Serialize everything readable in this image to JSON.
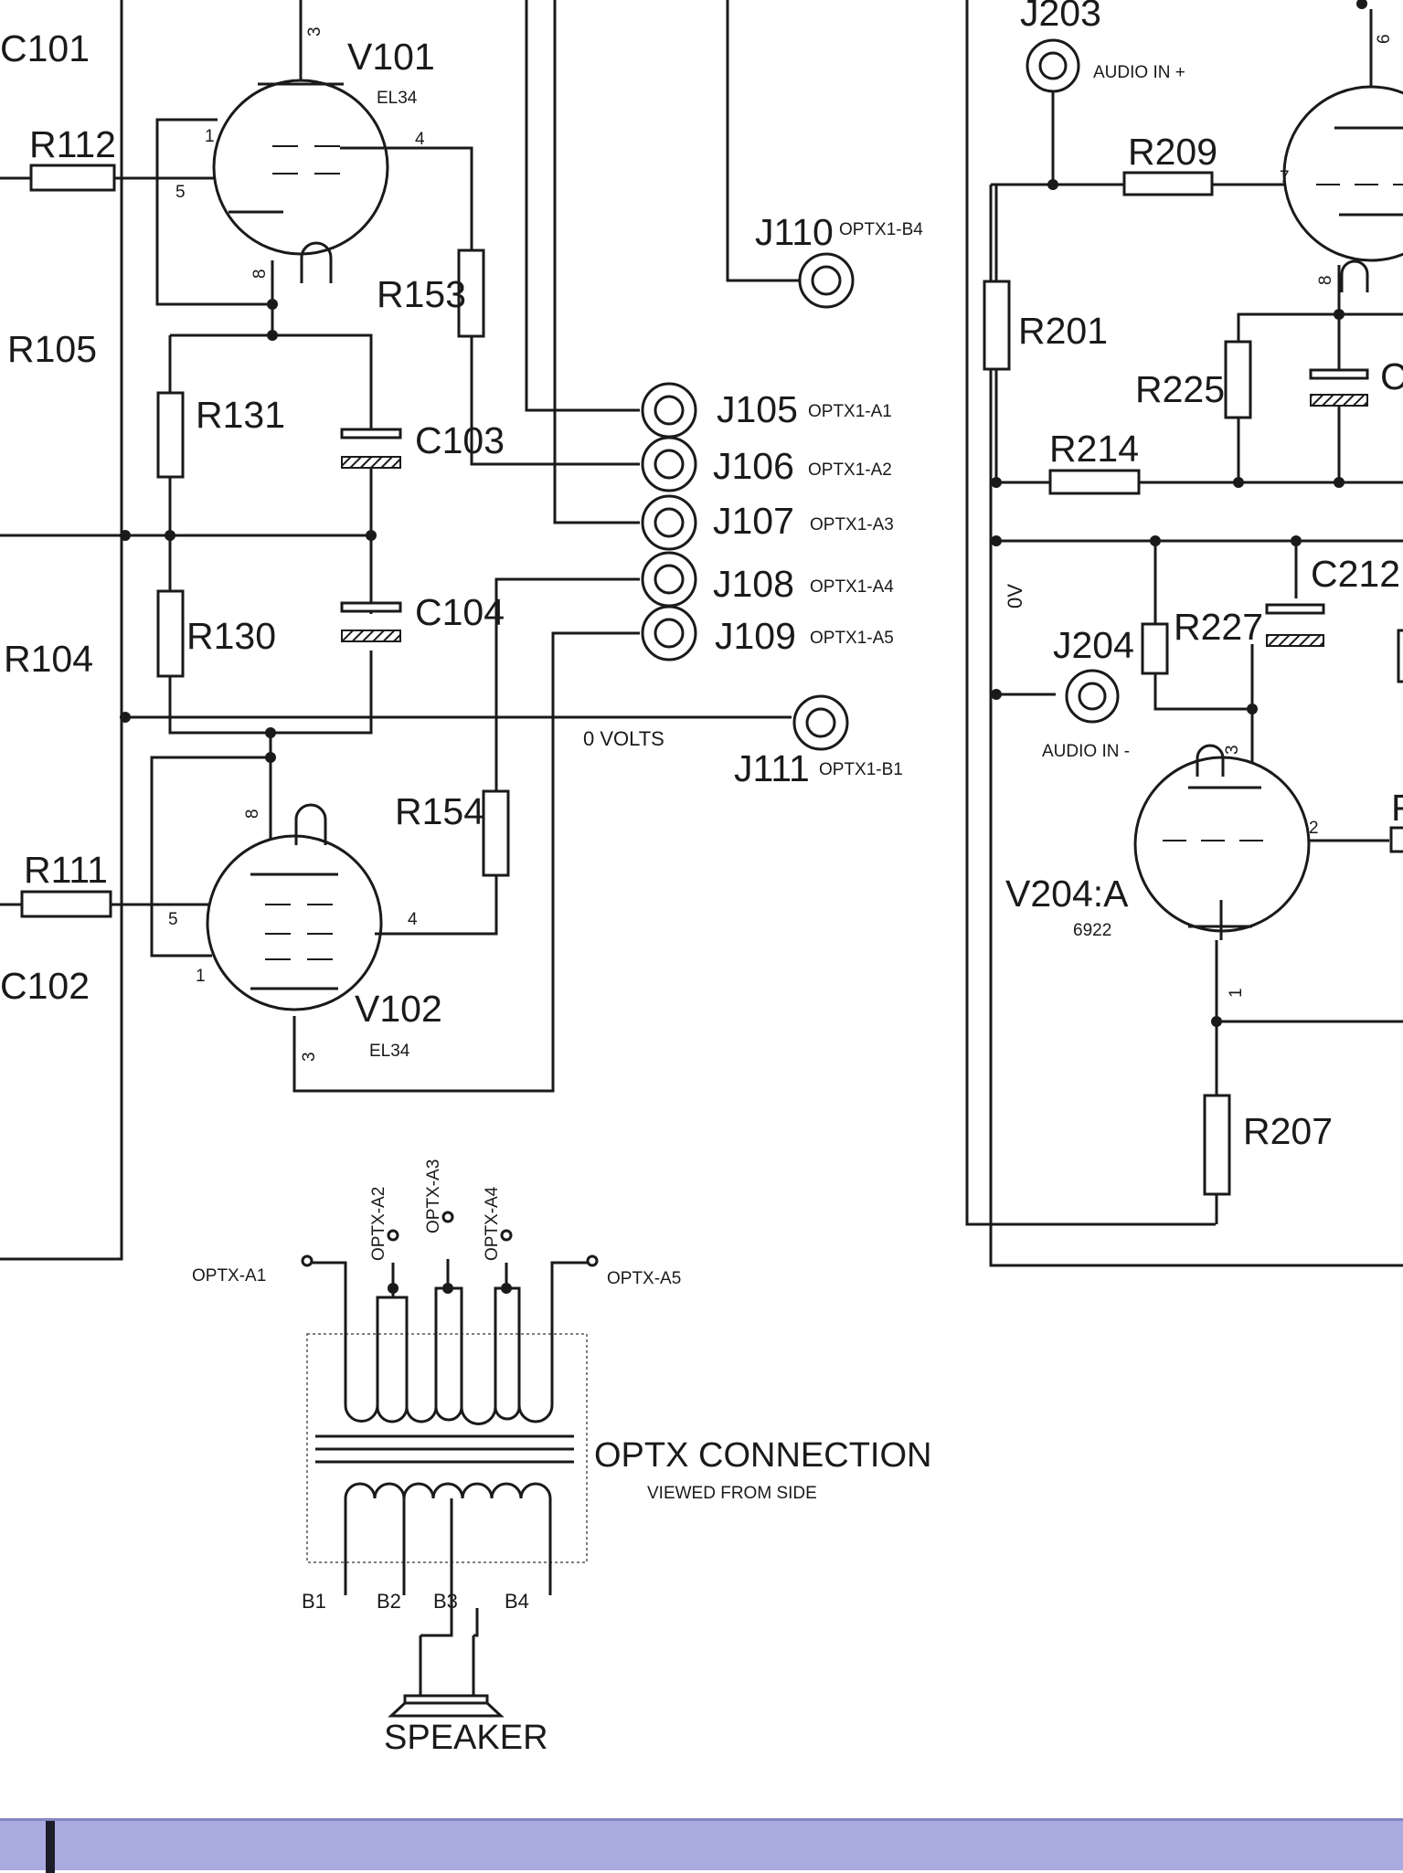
{
  "colors": {
    "background": "#ffffff",
    "ink": "#1a1a1a",
    "bottom_bar": "#a9aadf",
    "bar_handle": "#1d1d2a"
  },
  "labels": {
    "c101": "C101",
    "c102": "C102",
    "v101": "V101",
    "v101_type": "EL34",
    "v102": "V102",
    "v102_type": "EL34",
    "r112": "R112",
    "r111": "R111",
    "r105": "R105",
    "r104": "R104",
    "r131": "R131",
    "r130": "R130",
    "r153": "R153",
    "r154": "R154",
    "c103": "C103",
    "c104": "C104",
    "j110": "J110",
    "j110_sub": "OPTX1-B4",
    "j105": "J105",
    "j105_sub": "OPTX1-A1",
    "j106": "J106",
    "j106_sub": "OPTX1-A2",
    "j107": "J107",
    "j107_sub": "OPTX1-A3",
    "j108": "J108",
    "j108_sub": "OPTX1-A4",
    "j109": "J109",
    "j109_sub": "OPTX1-A5",
    "j111": "J111",
    "j111_sub": "OPTX1-B1",
    "zero_volts": "0 VOLTS",
    "j203": "J203",
    "audio_in_plus": "AUDIO IN +",
    "r209": "R209",
    "r201": "R201",
    "r225": "R225",
    "r214": "R214",
    "c_partial": "C",
    "zero_v": "0V",
    "j204": "J204",
    "audio_in_minus": "AUDIO IN -",
    "r227": "R227",
    "c212": "C212",
    "v204a": "V204:A",
    "v204a_type": "6922",
    "r207": "R207",
    "r_partial": "F",
    "optx_a1": "OPTX-A1",
    "optx_a2": "OPTX-A2",
    "optx_a3": "OPTX-A3",
    "optx_a4": "OPTX-A4",
    "optx_a5": "OPTX-A5",
    "optx_connection": "OPTX CONNECTION",
    "viewed_from_side": "VIEWED FROM SIDE",
    "b1": "B1",
    "b2": "B2",
    "b3": "B3",
    "b4": "B4",
    "speaker": "SPEAKER"
  },
  "pins": {
    "v101_p3": "3",
    "v101_p1": "1",
    "v101_p5": "5",
    "v101_p4": "4",
    "v101_p8": "8",
    "v102_p8": "8",
    "v102_p5": "5",
    "v102_p4": "4",
    "v102_p1": "1",
    "v102_p3": "3",
    "r_v204_p3": "3",
    "r_v204_p2": "2",
    "r_v204_p1": "1",
    "r_top_p7": "7",
    "r_top_p8": "8",
    "r_top_p6": "6"
  }
}
